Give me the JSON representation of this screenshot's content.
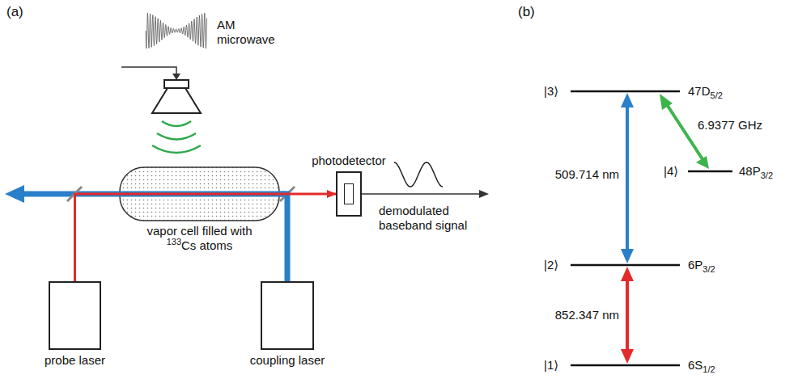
{
  "diagram": {
    "nodes": [
      {
        "text": [
          "vapor cell filled with 133Cs atoms"
        ]
      },
      {
        "text": [
          "photodetector"
        ]
      },
      {
        "text": [
          "probe laser"
        ]
      },
      {
        "text": [
          "coupling laser"
        ]
      }
    ],
    "edges": [
      {
        "from": 2,
        "to": 0,
        "arrow": "none"
      },
      {
        "from": 0,
        "to": 1,
        "arrow": "to"
      },
      {
        "from": 3,
        "to": 0,
        "arrow": "none"
      }
    ],
    "labels": [
      "(a)",
      "AM microwave",
      "demodulated baseband signal",
      "(b)",
      "|3⟩",
      "47D5/2",
      "6.9377 GHz",
      "509.714 nm",
      "|4⟩",
      "48P3/2",
      "|2⟩",
      "6P3/2",
      "852.347 nm",
      "|1⟩",
      "6S1/2"
    ]
  }
}
